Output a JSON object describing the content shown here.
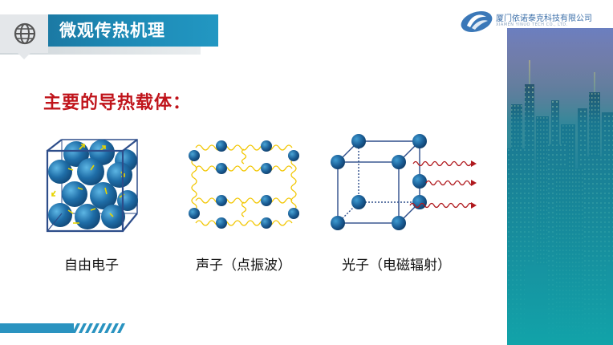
{
  "header": {
    "title": "微观传热机理",
    "logo_text": "厦门依诺泰克科技有限公司",
    "logo_sub": "XIAMEN YINUO TECH CO., LTD."
  },
  "main": {
    "heading": "主要的导热载体：",
    "carriers": [
      {
        "caption": "自由电子"
      },
      {
        "caption": "声子（点振波）"
      },
      {
        "caption": "光子（电磁辐射）"
      }
    ]
  },
  "colors": {
    "banner": "#1d89b5",
    "heading": "#c0141b",
    "sphere": "#1f6ea8",
    "spring": "#f2c600",
    "wave": "#b0191e"
  }
}
